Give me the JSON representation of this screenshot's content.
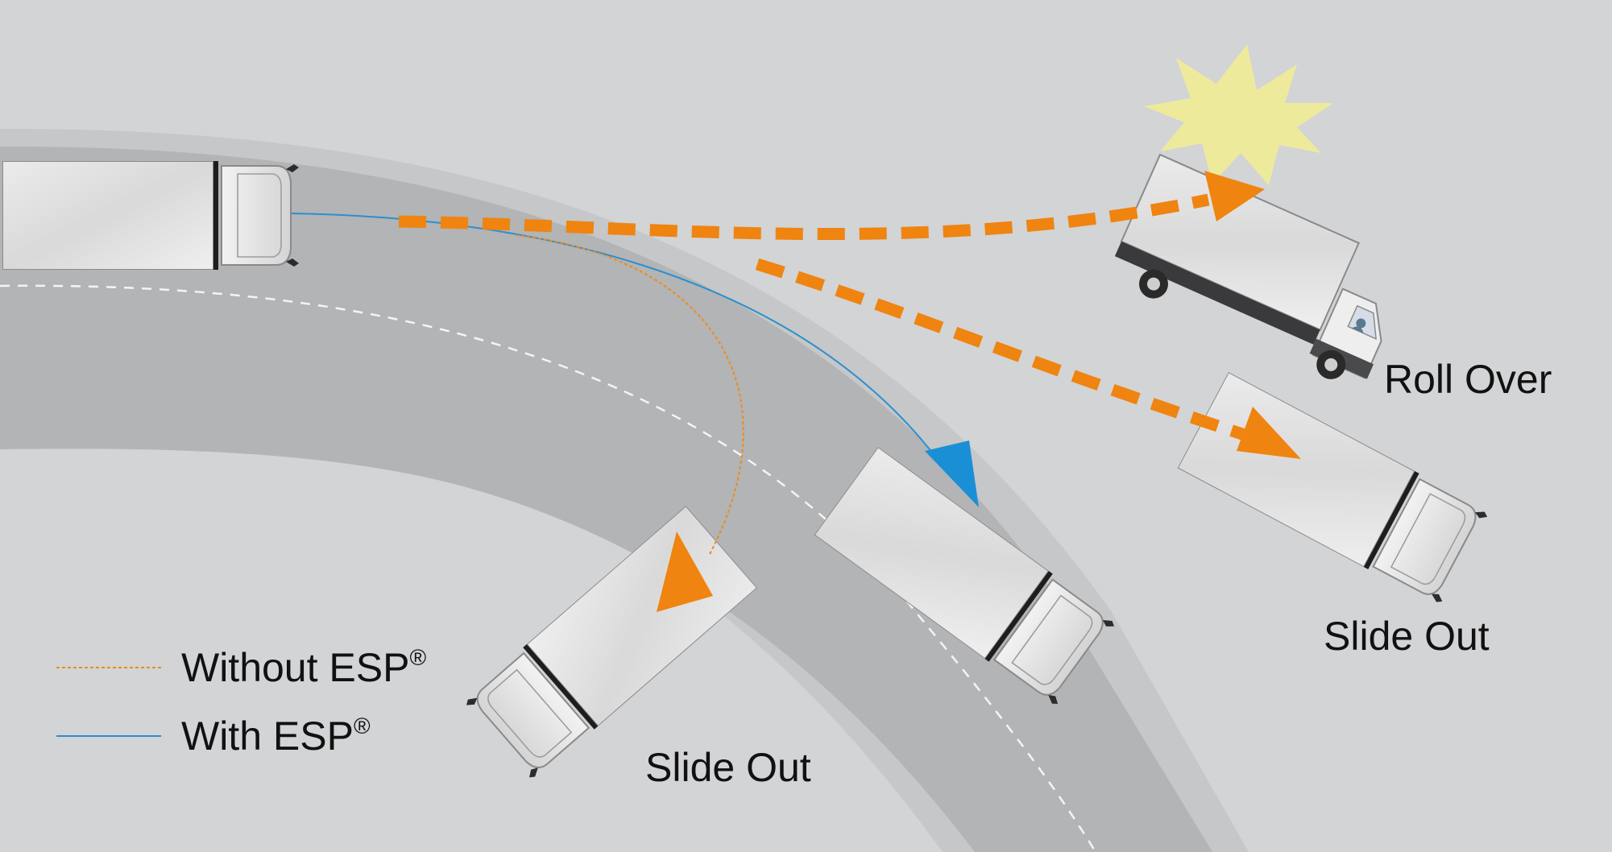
{
  "labels": {
    "roll_over": "Roll Over",
    "slide_out_right": "Slide Out",
    "slide_out_bottom": "Slide Out"
  },
  "legend": {
    "without": {
      "text": "Without ESP",
      "mark": "®",
      "color": "#ee8a1e"
    },
    "with": {
      "text": "With ESP",
      "mark": "®",
      "color": "#2c8fcf"
    }
  },
  "colors": {
    "background": "#d2d4d6",
    "road": "#b3b4b5",
    "shoulder": "#c6c7c8",
    "arrow_orange": "#ef8410",
    "arrow_blue": "#1a8fd6",
    "flash": "#eeea9c",
    "truck_body": "#e3e3e4"
  },
  "icons": {
    "flash": "impact-burst-icon",
    "truck": "truck-icon"
  }
}
